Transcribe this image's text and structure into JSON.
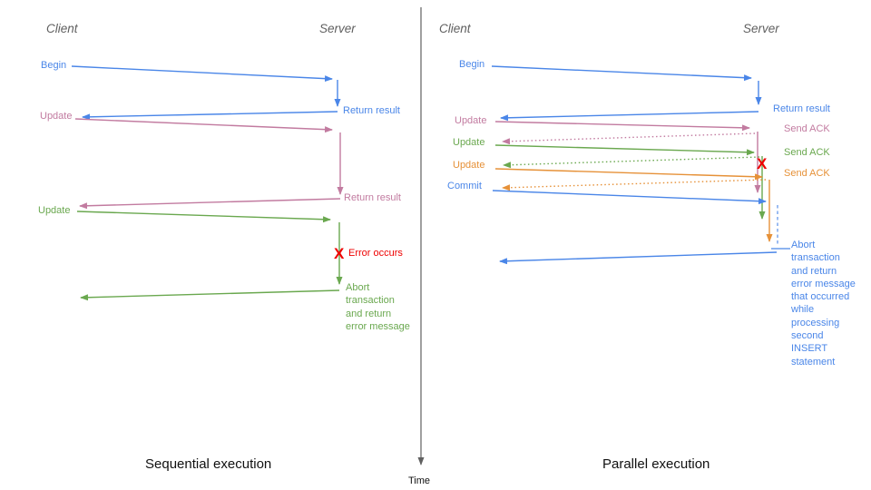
{
  "colors": {
    "blue": "#4a86e8",
    "pink": "#c27ba0",
    "green": "#6aa84f",
    "orange": "#e69138",
    "red": "#ee0000",
    "axis_gray": "#606060",
    "header_gray": "#5f5f5f"
  },
  "time_axis": {
    "label": "Time"
  },
  "left_panel": {
    "caption": "Sequential execution",
    "client_header": "Client",
    "server_header": "Server",
    "begin_label": "Begin",
    "return_result_1_label": "Return result",
    "update_1_label": "Update",
    "return_result_2_label": "Return result",
    "update_2_label": "Update",
    "error_mark": "X",
    "error_label": "Error occurs",
    "abort_label": "Abort\ntransaction\nand return\nerror message"
  },
  "right_panel": {
    "caption": "Parallel execution",
    "client_header": "Client",
    "server_header": "Server",
    "begin_label": "Begin",
    "return_result_label": "Return result",
    "update_1_label": "Update",
    "send_ack_1_label": "Send ACK",
    "update_2_label": "Update",
    "send_ack_2_label": "Send ACK",
    "update_3_label": "Update",
    "send_ack_3_label": "Send ACK",
    "commit_label": "Commit",
    "error_mark": "X",
    "abort_label": "Abort\ntransaction\nand return\nerror message\nthat occurred\nwhile\nprocessing\nsecond\nINSERT\nstatement"
  }
}
